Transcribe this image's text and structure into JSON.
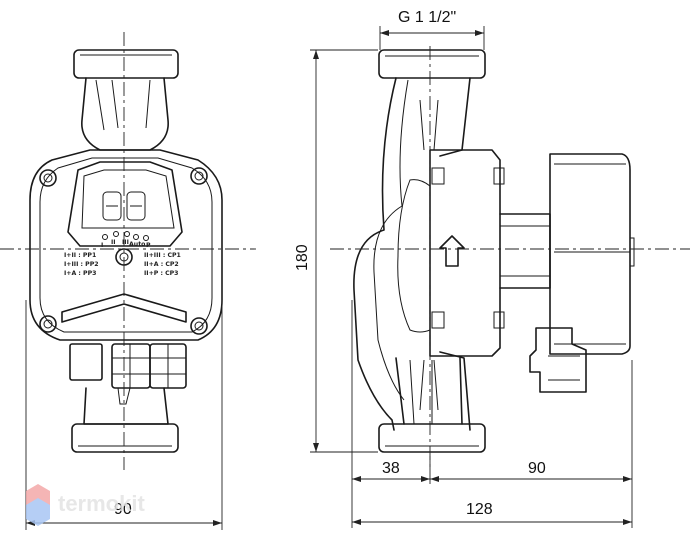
{
  "dimensions": {
    "thread": "G 1 1/2\"",
    "height": "180",
    "front_width": "90",
    "side_left": "38",
    "side_right": "90",
    "side_total": "128"
  },
  "panel": {
    "speed_labels_left": [
      "I+II : PP1",
      "I+III : PP2",
      "I+A : PP3"
    ],
    "speed_labels_right": [
      "II+III : CP1",
      "II+A : CP2",
      "II+P : CP3"
    ],
    "mode_marks": [
      "I",
      "II",
      "III",
      "Auto",
      "P"
    ]
  },
  "watermark": {
    "text": "termokit"
  },
  "colors": {
    "line": "#1a1a1a",
    "watermark_text": "#e3e3e3",
    "logo_red": "#f4a9a9",
    "logo_blue": "#a9c6f4"
  }
}
